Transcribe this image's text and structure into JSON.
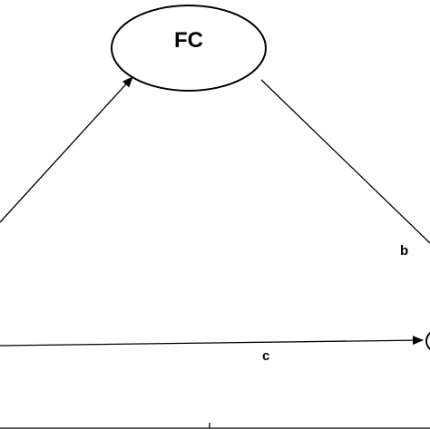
{
  "diagram": {
    "nodes": [
      {
        "id": "mediator",
        "label": "FC"
      }
    ],
    "edges": [
      {
        "id": "a-path",
        "label": ""
      },
      {
        "id": "b-path",
        "label": "b"
      },
      {
        "id": "c-path",
        "label": "c"
      }
    ],
    "colors": {
      "stroke": "#000000",
      "background": "#ffffff"
    }
  }
}
